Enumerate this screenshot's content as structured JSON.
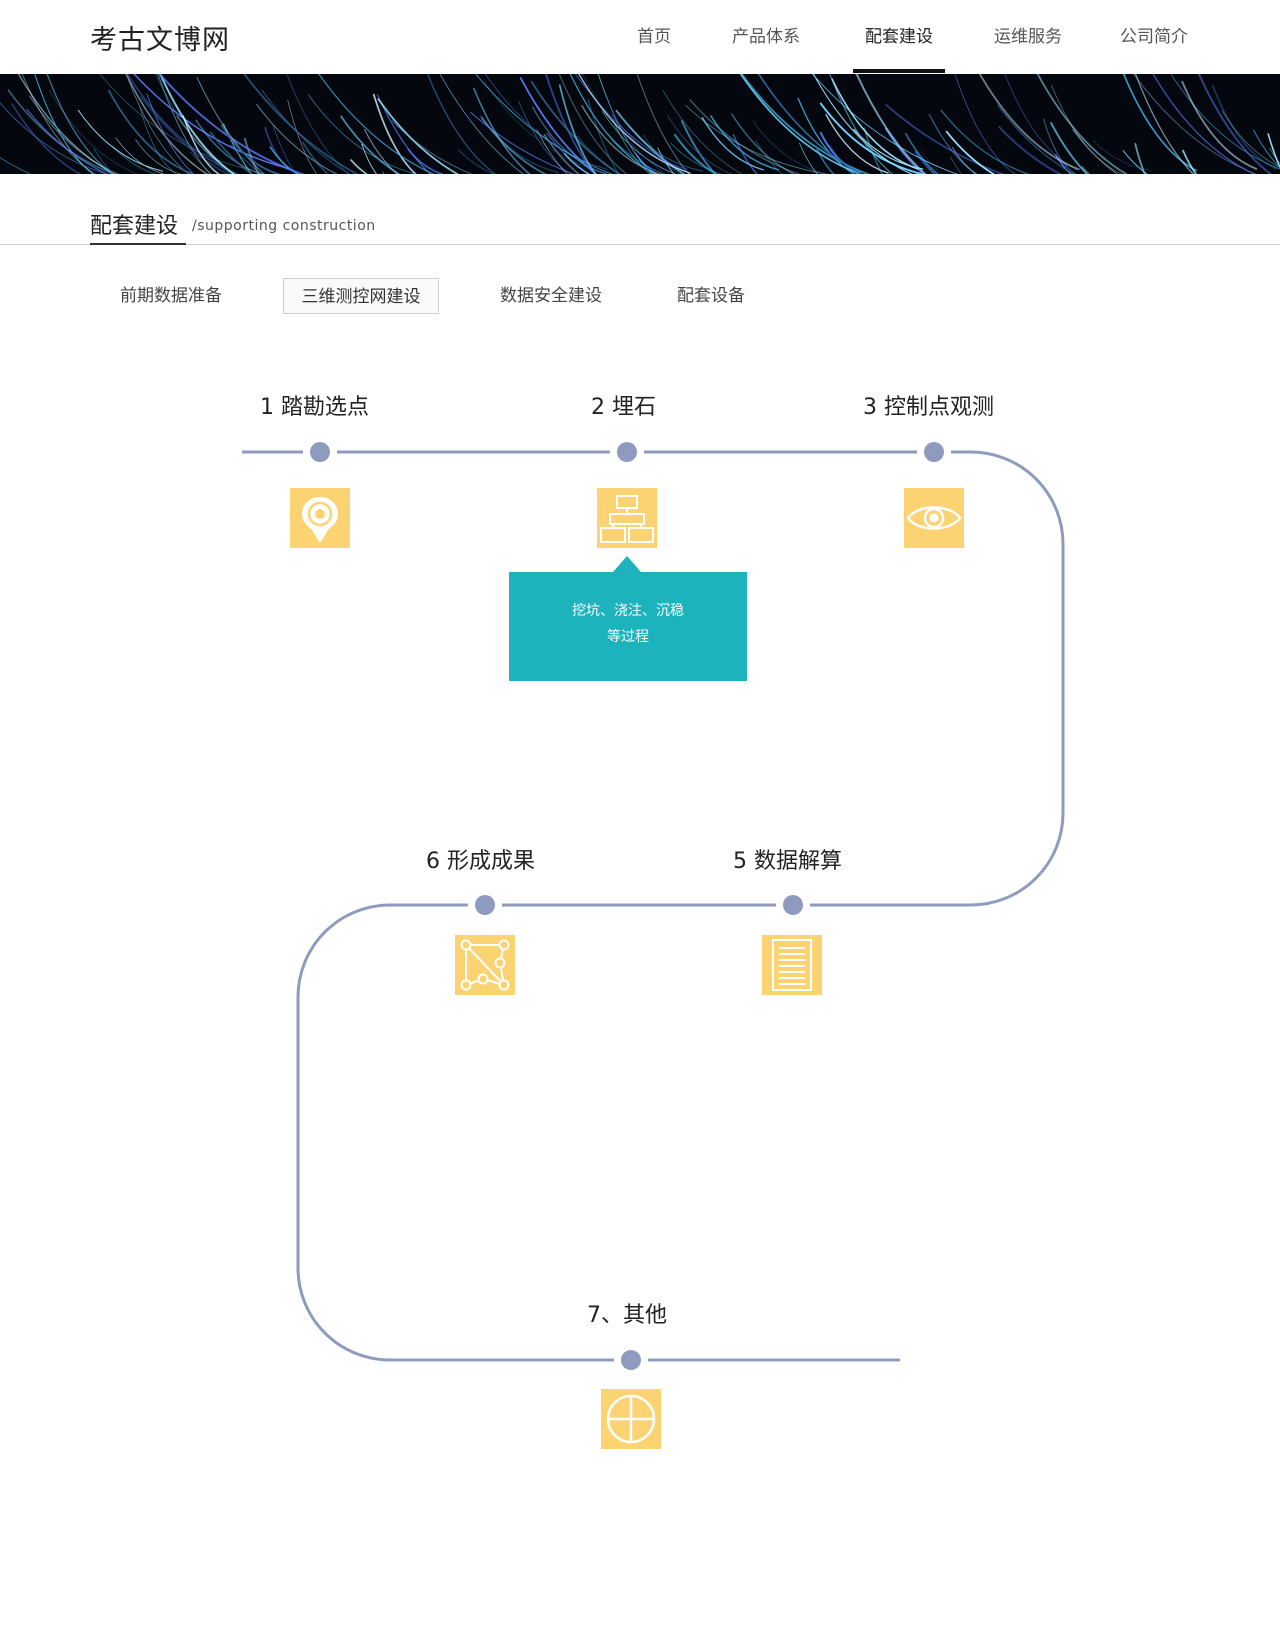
{
  "header": {
    "logo": "考古文博网",
    "nav": [
      {
        "label": "首页"
      },
      {
        "label": "产品体系"
      },
      {
        "label": "配套建设",
        "active": true
      },
      {
        "label": "运维服务"
      },
      {
        "label": "公司简介"
      }
    ]
  },
  "section": {
    "title": "配套建设",
    "subtitle": "/supporting construction"
  },
  "tabs": [
    {
      "label": "前期数据准备"
    },
    {
      "label": "三维测控网建设",
      "active": true
    },
    {
      "label": "数据安全建设"
    },
    {
      "label": "配套设备"
    }
  ],
  "process": {
    "steps": [
      {
        "title": "1 踏勘选点",
        "icon": "map-pin-icon"
      },
      {
        "title": "2 埋石",
        "icon": "hierarchy-icon"
      },
      {
        "title": "3 控制点观测",
        "icon": "eye-icon"
      },
      {
        "title": "5 数据解算",
        "icon": "document-icon"
      },
      {
        "title": "6 形成成果",
        "icon": "network-polygon-icon"
      },
      {
        "title": "7、其他",
        "icon": "plus-circle-icon"
      }
    ],
    "tooltip": {
      "line1": "挖坑、浇注、沉稳",
      "line2": "等过程"
    }
  },
  "colors": {
    "path": "#8e9bbf",
    "node": "#8e9bbf",
    "tile": "#fcd373",
    "tooltip": "#1cb3bd",
    "banner": "#04070d"
  }
}
